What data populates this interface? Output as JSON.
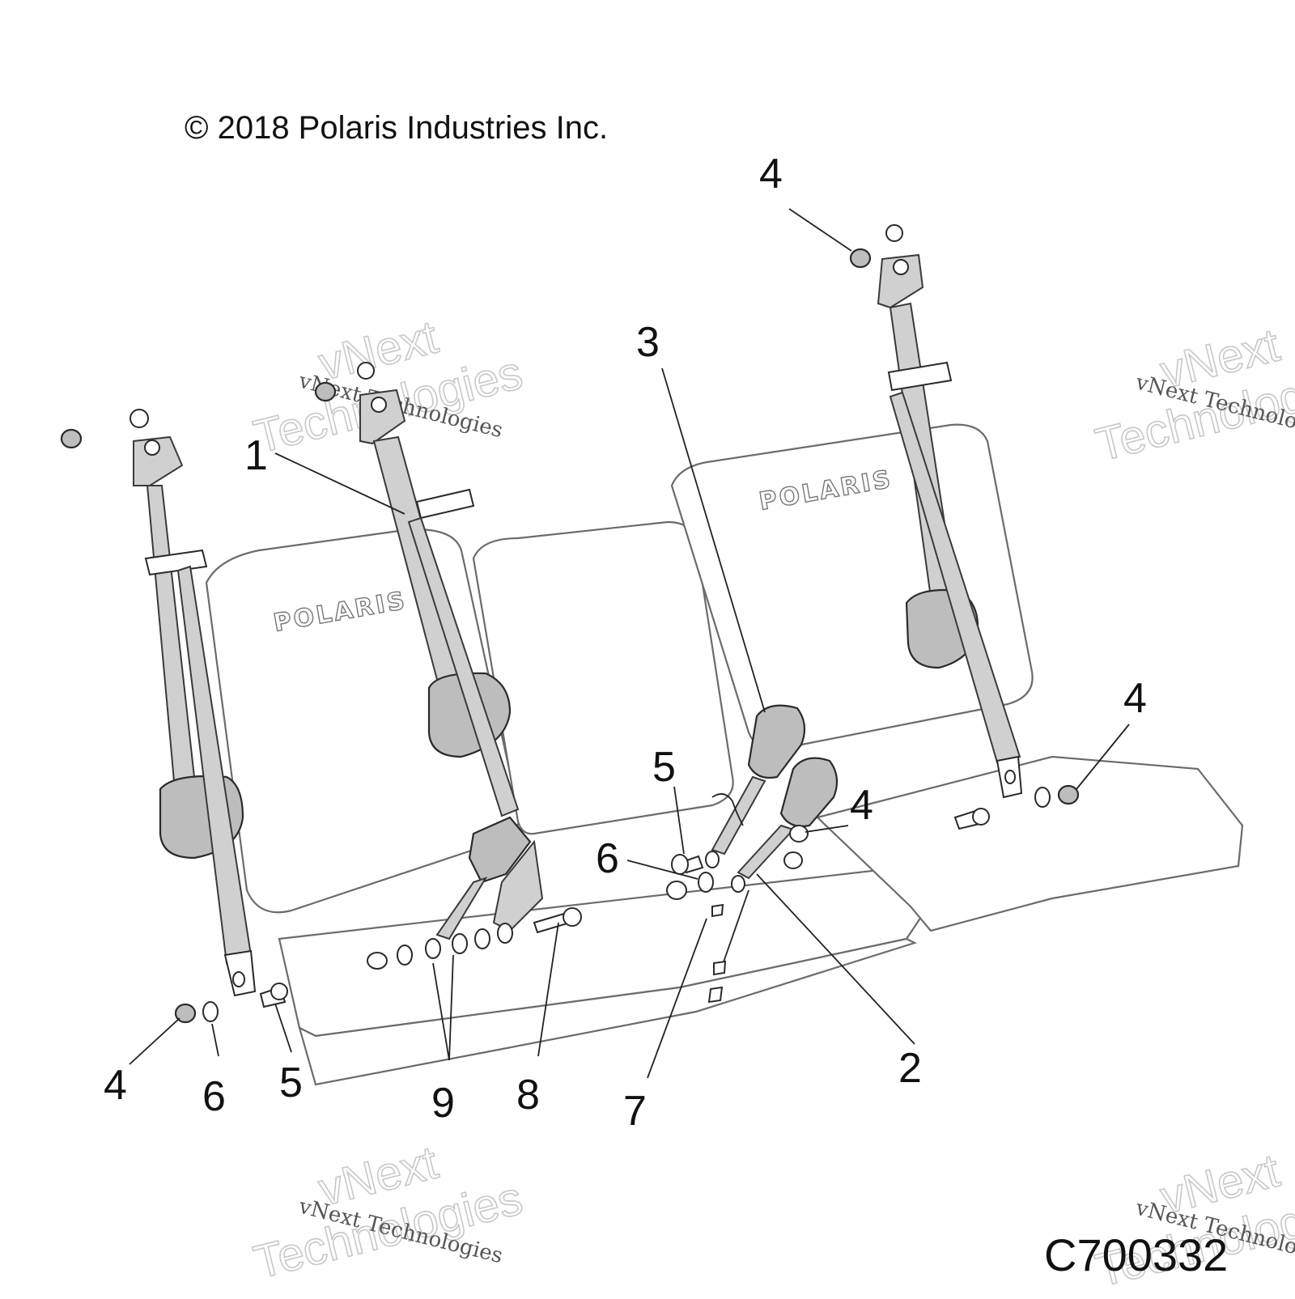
{
  "header": {
    "copyright": "© 2018 Polaris Industries Inc."
  },
  "footer": {
    "drawing_number": "C700332"
  },
  "seat": {
    "brand_left": "POLARIS",
    "brand_right": "POLARIS"
  },
  "callouts": {
    "c1": "1",
    "c2": "2",
    "c3": "3",
    "c4_top": "4",
    "c4_right": "4",
    "c4_mid": "4",
    "c4_bottom": "4",
    "c5_mid": "5",
    "c5_bottom": "5",
    "c6_mid": "6",
    "c6_bottom": "6",
    "c7": "7",
    "c8": "8",
    "c9": "9"
  },
  "watermarks": {
    "line1": "vNext Technologies",
    "line2": "vNext",
    "line3": "Technologies"
  }
}
